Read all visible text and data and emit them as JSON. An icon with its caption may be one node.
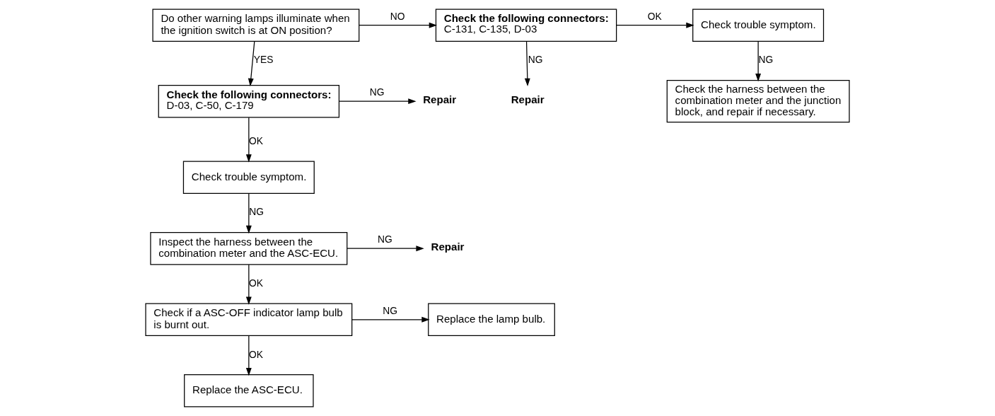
{
  "diagram": {
    "nodes": [
      {
        "text": [
          "Do other warning lamps illuminate when the ignition switch is at ON position?"
        ]
      },
      {
        "text": [
          "Check the following connectors:",
          "C-131, C-135, D-03"
        ]
      },
      {
        "text": [
          "Check trouble symptom."
        ]
      },
      {
        "text": [
          "Check the harness between the combination meter and the junction block, and repair if necessary."
        ]
      },
      {
        "text": [
          "Repair"
        ]
      },
      {
        "text": [
          "Check the following connectors:",
          "D-03, C-50, C-179"
        ]
      },
      {
        "text": [
          "Repair"
        ]
      },
      {
        "text": [
          "Check trouble symptom."
        ]
      },
      {
        "text": [
          "Inspect the harness between the combination meter and the ASC-ECU."
        ]
      },
      {
        "text": [
          "Repair"
        ]
      },
      {
        "text": [
          "Check if a ASC-OFF indicator lamp bulb is burnt out."
        ]
      },
      {
        "text": [
          "Replace the lamp bulb."
        ]
      },
      {
        "text": [
          "Replace the ASC-ECU."
        ]
      }
    ],
    "edges": [
      {
        "from": 0,
        "to": 1,
        "arrow": "to",
        "label": "NO"
      },
      {
        "from": 1,
        "to": 2,
        "arrow": "to",
        "label": "OK"
      },
      {
        "from": 2,
        "to": 3,
        "arrow": "to",
        "label": "NG"
      },
      {
        "from": 1,
        "to": 4,
        "arrow": "to",
        "label": "NG"
      },
      {
        "from": 0,
        "to": 5,
        "arrow": "to",
        "label": "YES"
      },
      {
        "from": 5,
        "to": 6,
        "arrow": "to",
        "label": "NG"
      },
      {
        "from": 5,
        "to": 7,
        "arrow": "to",
        "label": "OK"
      },
      {
        "from": 7,
        "to": 8,
        "arrow": "to",
        "label": "NG"
      },
      {
        "from": 8,
        "to": 9,
        "arrow": "to",
        "label": "NG"
      },
      {
        "from": 8,
        "to": 10,
        "arrow": "to",
        "label": "OK"
      },
      {
        "from": 10,
        "to": 11,
        "arrow": "to",
        "label": "NG"
      },
      {
        "from": 10,
        "to": 12,
        "arrow": "to",
        "label": "OK"
      }
    ]
  }
}
